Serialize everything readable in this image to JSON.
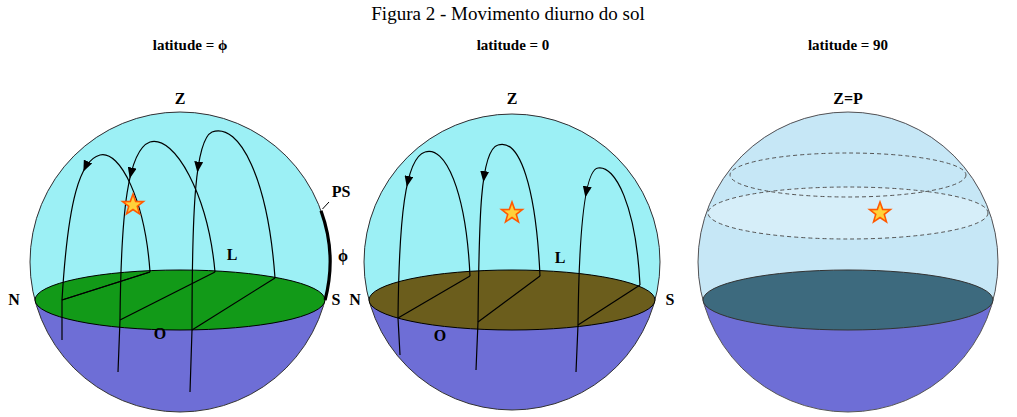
{
  "diagram": {
    "title": "Figura 2 - Movimento diurno do sol",
    "labels": [
      "latitude = ϕ",
      "Z",
      "N",
      "S",
      "L",
      "O",
      "PS",
      "ϕ",
      "latitude = 0",
      "Z",
      "N",
      "S",
      "L",
      "O",
      "latitude = 90",
      "Z=P"
    ]
  }
}
